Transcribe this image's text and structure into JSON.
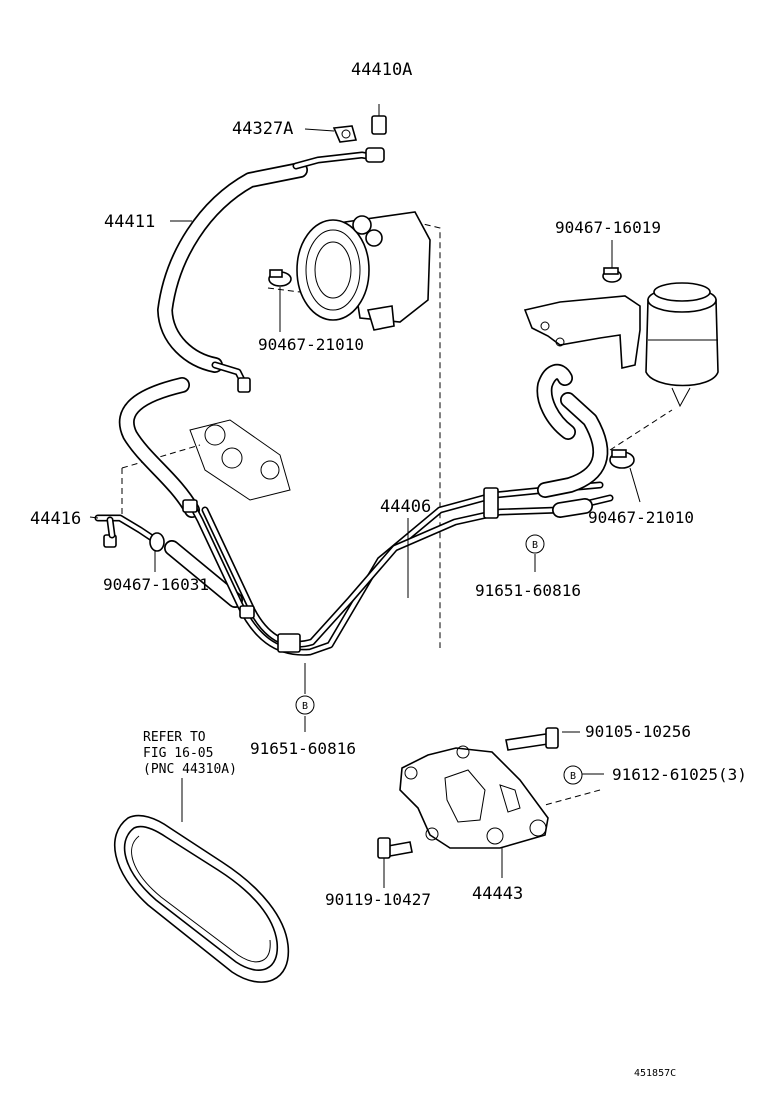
{
  "diagram": {
    "part_labels": {
      "p44410A": "44410A",
      "p44327A": "44327A",
      "p44411": "44411",
      "p90467_21010_top": "90467-21010",
      "p90467_16019": "90467-16019",
      "p44416": "44416",
      "p44406": "44406",
      "p90467_21010_right": "90467-21010",
      "p90467_16031": "90467-16031",
      "p91651_60816_right": "91651-60816",
      "p91651_60816_bottom": "91651-60816",
      "p90105_10256": "90105-10256",
      "p91612_61025": "91612-61025(3)",
      "p90119_10427": "90119-10427",
      "p44443": "44443"
    },
    "b_markers": {
      "b1": "B",
      "b2": "B",
      "b3": "B"
    },
    "refer_note": {
      "line1": "REFER TO",
      "line2": "FIG 16-05",
      "line3": "(PNC 44310A)"
    },
    "figure_code": "451857C"
  }
}
